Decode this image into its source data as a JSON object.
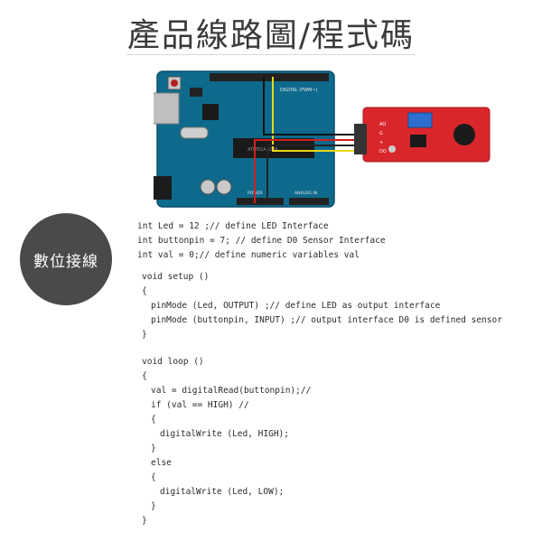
{
  "header": {
    "title": "產品線路圖/程式碼"
  },
  "badge": {
    "label": "數位接線"
  },
  "board": {
    "digital_label": "DIGITAL (PWM~)",
    "analog_label": "ANALOG IN",
    "power_label": "POWER",
    "chip_label": "ATMEGA328P",
    "sensor_pins": [
      "AO",
      "G",
      "+",
      "DO"
    ]
  },
  "code": {
    "lines": [
      {
        "text": "int Led = 12 ;// define LED Interface",
        "indent": 0
      },
      {
        "text": "int buttonpin = 7; // define D0 Sensor Interface",
        "indent": 0
      },
      {
        "text": "int val = 0;// define numeric variables val",
        "indent": 0
      },
      {
        "text": "void setup ()",
        "indent": 1
      },
      {
        "text": "{",
        "indent": 1
      },
      {
        "text": "pinMode (Led, OUTPUT) ;// define LED as output interface",
        "indent": 3
      },
      {
        "text": "pinMode (buttonpin, INPUT) ;// output interface D0 is defined sensor",
        "indent": 3
      },
      {
        "text": "}",
        "indent": 1
      },
      {
        "text": "void loop ()",
        "indent": 1
      },
      {
        "text": "{",
        "indent": 1
      },
      {
        "text": "val = digitalRead(buttonpin);//",
        "indent": 3
      },
      {
        "text": "if (val == HIGH) //",
        "indent": 3
      },
      {
        "text": "{",
        "indent": 3
      },
      {
        "text": "digitalWrite (Led, HIGH);",
        "indent": 5
      },
      {
        "text": "}",
        "indent": 3
      },
      {
        "text": "else",
        "indent": 3
      },
      {
        "text": "{",
        "indent": 3
      },
      {
        "text": "digitalWrite (Led, LOW);",
        "indent": 5
      },
      {
        "text": "}",
        "indent": 3
      },
      {
        "text": "}",
        "indent": 1
      }
    ]
  }
}
